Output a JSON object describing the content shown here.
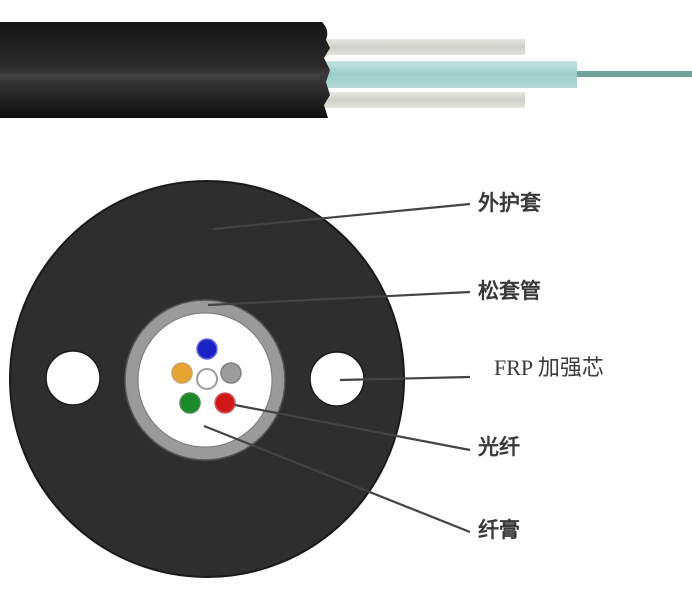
{
  "diagram": {
    "title": "",
    "side_view": {
      "parts": [
        "jacket",
        "frp-rod-upper",
        "loose-tube",
        "fiber",
        "frp-rod-lower"
      ]
    },
    "cross_section": {
      "fiber_colors": [
        "#1a22c8",
        "#e8a433",
        "#9c9c9c",
        "#1a8a2a",
        "#d01818",
        "#ffffff"
      ]
    },
    "labels": [
      {
        "id": "outer-jacket",
        "text": "外护套"
      },
      {
        "id": "loose-tube",
        "text": "松套管"
      },
      {
        "id": "frp-strength-member",
        "text": "FRP 加强芯"
      },
      {
        "id": "optical-fiber",
        "text": "光纤"
      },
      {
        "id": "fiber-gel",
        "text": "纤膏"
      }
    ]
  },
  "colors": {
    "jacket": "#2b2b2b",
    "tube_ring": "#9a9a9a",
    "tube_inner": "#ffffff",
    "leader_line": "#444444",
    "loose_tube_side": "#a8d4d0",
    "frp_rod_side": "#d8d8d4"
  }
}
